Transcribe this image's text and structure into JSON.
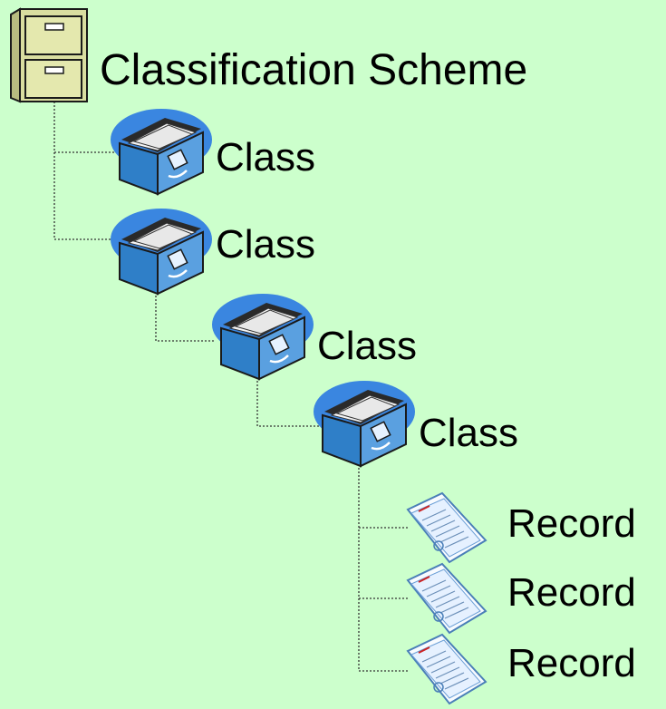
{
  "colors": {
    "background": "#ccffcc",
    "connector": "#333333",
    "cabinet": "#d9dda0",
    "drawer_blue": "#5aa0e0",
    "drawer_oval": "#3a86e0"
  },
  "tree": {
    "root": {
      "label": "Classification Scheme",
      "icon": "filing-cabinet-icon"
    },
    "classes": [
      {
        "label": "Class",
        "icon": "card-drawer-icon",
        "level": 1
      },
      {
        "label": "Class",
        "icon": "card-drawer-icon",
        "level": 1
      },
      {
        "label": "Class",
        "icon": "card-drawer-icon",
        "level": 2
      },
      {
        "label": "Class",
        "icon": "card-drawer-icon",
        "level": 3
      }
    ],
    "records": [
      {
        "label": "Record",
        "icon": "document-icon"
      },
      {
        "label": "Record",
        "icon": "document-icon"
      },
      {
        "label": "Record",
        "icon": "document-icon"
      }
    ]
  }
}
